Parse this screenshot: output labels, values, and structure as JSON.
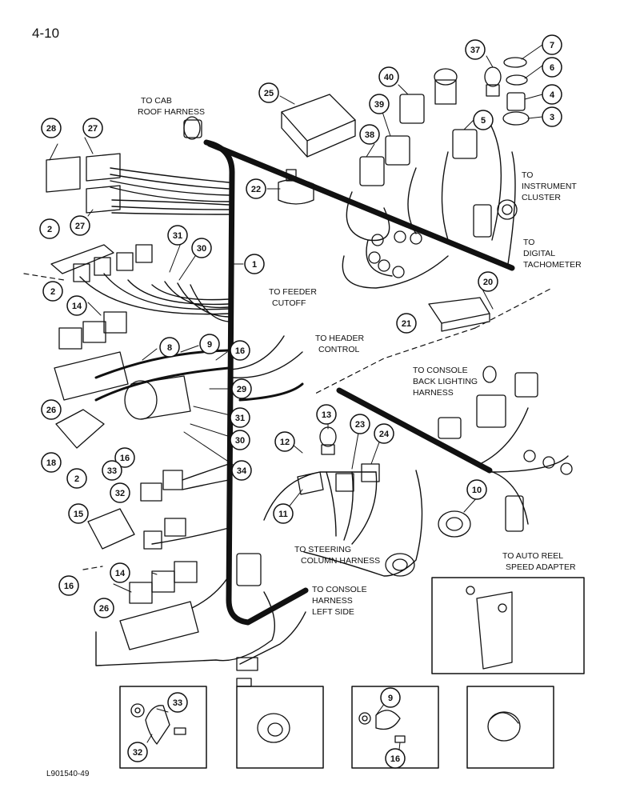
{
  "page_number": "4-10",
  "document_code": "L901540-49",
  "labels": {
    "cab_roof": [
      "TO CAB",
      "ROOF HARNESS"
    ],
    "instrument_cluster": [
      "TO",
      "INSTRUMENT",
      "CLUSTER"
    ],
    "digital_tach": [
      "TO",
      "DIGITAL",
      "TACHOMETER"
    ],
    "feeder_cutoff": [
      "TO FEEDER",
      "CUTOFF"
    ],
    "header_control": [
      "TO HEADER",
      "CONTROL"
    ],
    "console_back": [
      "TO CONSOLE",
      "BACK LIGHTING",
      "HARNESS"
    ],
    "steering_column": [
      "TO STEERING",
      "COLUMN HARNESS"
    ],
    "console_left": [
      "TO CONSOLE",
      "HARNESS",
      "LEFT SIDE"
    ],
    "auto_reel": [
      "TO AUTO REEL",
      "SPEED ADAPTER"
    ]
  },
  "callouts": [
    {
      "id": "c-7",
      "text": "7"
    },
    {
      "id": "c-6",
      "text": "6"
    },
    {
      "id": "c-37",
      "text": "37"
    },
    {
      "id": "c-40",
      "text": "40"
    },
    {
      "id": "c-4",
      "text": "4"
    },
    {
      "id": "c-3",
      "text": "3"
    },
    {
      "id": "c-25",
      "text": "25"
    },
    {
      "id": "c-39",
      "text": "39"
    },
    {
      "id": "c-5",
      "text": "5"
    },
    {
      "id": "c-28",
      "text": "28"
    },
    {
      "id": "c-27a",
      "text": "27"
    },
    {
      "id": "c-38",
      "text": "38"
    },
    {
      "id": "c-22",
      "text": "22"
    },
    {
      "id": "c-2a",
      "text": "2"
    },
    {
      "id": "c-27b",
      "text": "27"
    },
    {
      "id": "c-31a",
      "text": "31"
    },
    {
      "id": "c-30a",
      "text": "30"
    },
    {
      "id": "c-1",
      "text": "1"
    },
    {
      "id": "c-20",
      "text": "20"
    },
    {
      "id": "c-2b",
      "text": "2"
    },
    {
      "id": "c-14a",
      "text": "14"
    },
    {
      "id": "c-21",
      "text": "21"
    },
    {
      "id": "c-9a",
      "text": "9"
    },
    {
      "id": "c-8",
      "text": "8"
    },
    {
      "id": "c-16a",
      "text": "16"
    },
    {
      "id": "c-29",
      "text": "29"
    },
    {
      "id": "c-26a",
      "text": "26"
    },
    {
      "id": "c-31b",
      "text": "31"
    },
    {
      "id": "c-23",
      "text": "23"
    },
    {
      "id": "c-13",
      "text": "13"
    },
    {
      "id": "c-24",
      "text": "24"
    },
    {
      "id": "c-30b",
      "text": "30"
    },
    {
      "id": "c-12",
      "text": "12"
    },
    {
      "id": "c-18",
      "text": "18"
    },
    {
      "id": "c-16b",
      "text": "16"
    },
    {
      "id": "c-34",
      "text": "34"
    },
    {
      "id": "c-2c",
      "text": "2"
    },
    {
      "id": "c-33a",
      "text": "33"
    },
    {
      "id": "c-32a",
      "text": "32"
    },
    {
      "id": "c-10",
      "text": "10"
    },
    {
      "id": "c-11",
      "text": "11"
    },
    {
      "id": "c-15",
      "text": "15"
    },
    {
      "id": "c-14b",
      "text": "14"
    },
    {
      "id": "c-16c",
      "text": "16"
    },
    {
      "id": "c-26b",
      "text": "26"
    },
    {
      "id": "c-33b",
      "text": "33"
    },
    {
      "id": "c-9b",
      "text": "9"
    },
    {
      "id": "c-32b",
      "text": "32"
    },
    {
      "id": "c-16d",
      "text": "16"
    }
  ]
}
